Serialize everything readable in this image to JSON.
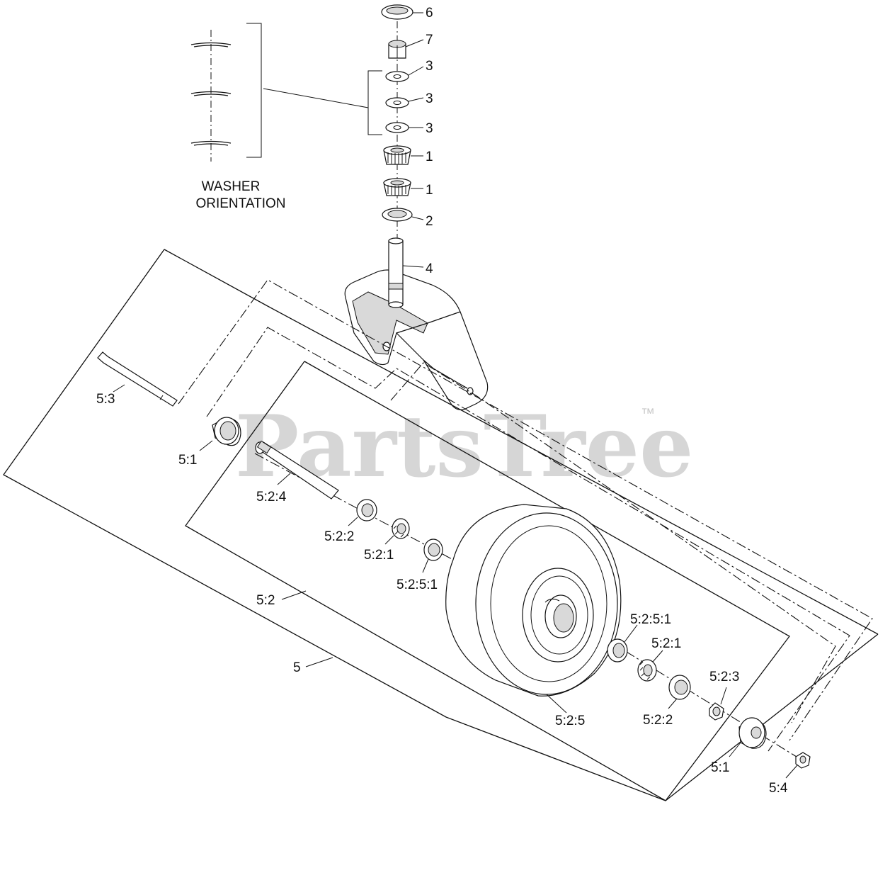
{
  "watermark": {
    "text": "PartsTree",
    "trademark": "™"
  },
  "washer_caption": {
    "line1": "WASHER",
    "line2": "ORIENTATION"
  },
  "callouts": {
    "c6": "6",
    "c7": "7",
    "c3a": "3",
    "c3b": "3",
    "c3c": "3",
    "c1a": "1",
    "c1b": "1",
    "c2": "2",
    "c4": "4",
    "c5_3": "5:3",
    "c5_1_left": "5:1",
    "c5_2_4": "5:2:4",
    "c5_2_2_left": "5:2:2",
    "c5_2_1_left": "5:2:1",
    "c5_2_5_1_left": "5:2:5:1",
    "c5_2": "5:2",
    "c5": "5",
    "c5_2_5_1_right": "5:2:5:1",
    "c5_2_1_right": "5:2:1",
    "c5_2_3": "5:2:3",
    "c5_2_2_right": "5:2:2",
    "c5_2_5": "5:2:5",
    "c5_1_right": "5:1",
    "c5_4": "5:4"
  }
}
